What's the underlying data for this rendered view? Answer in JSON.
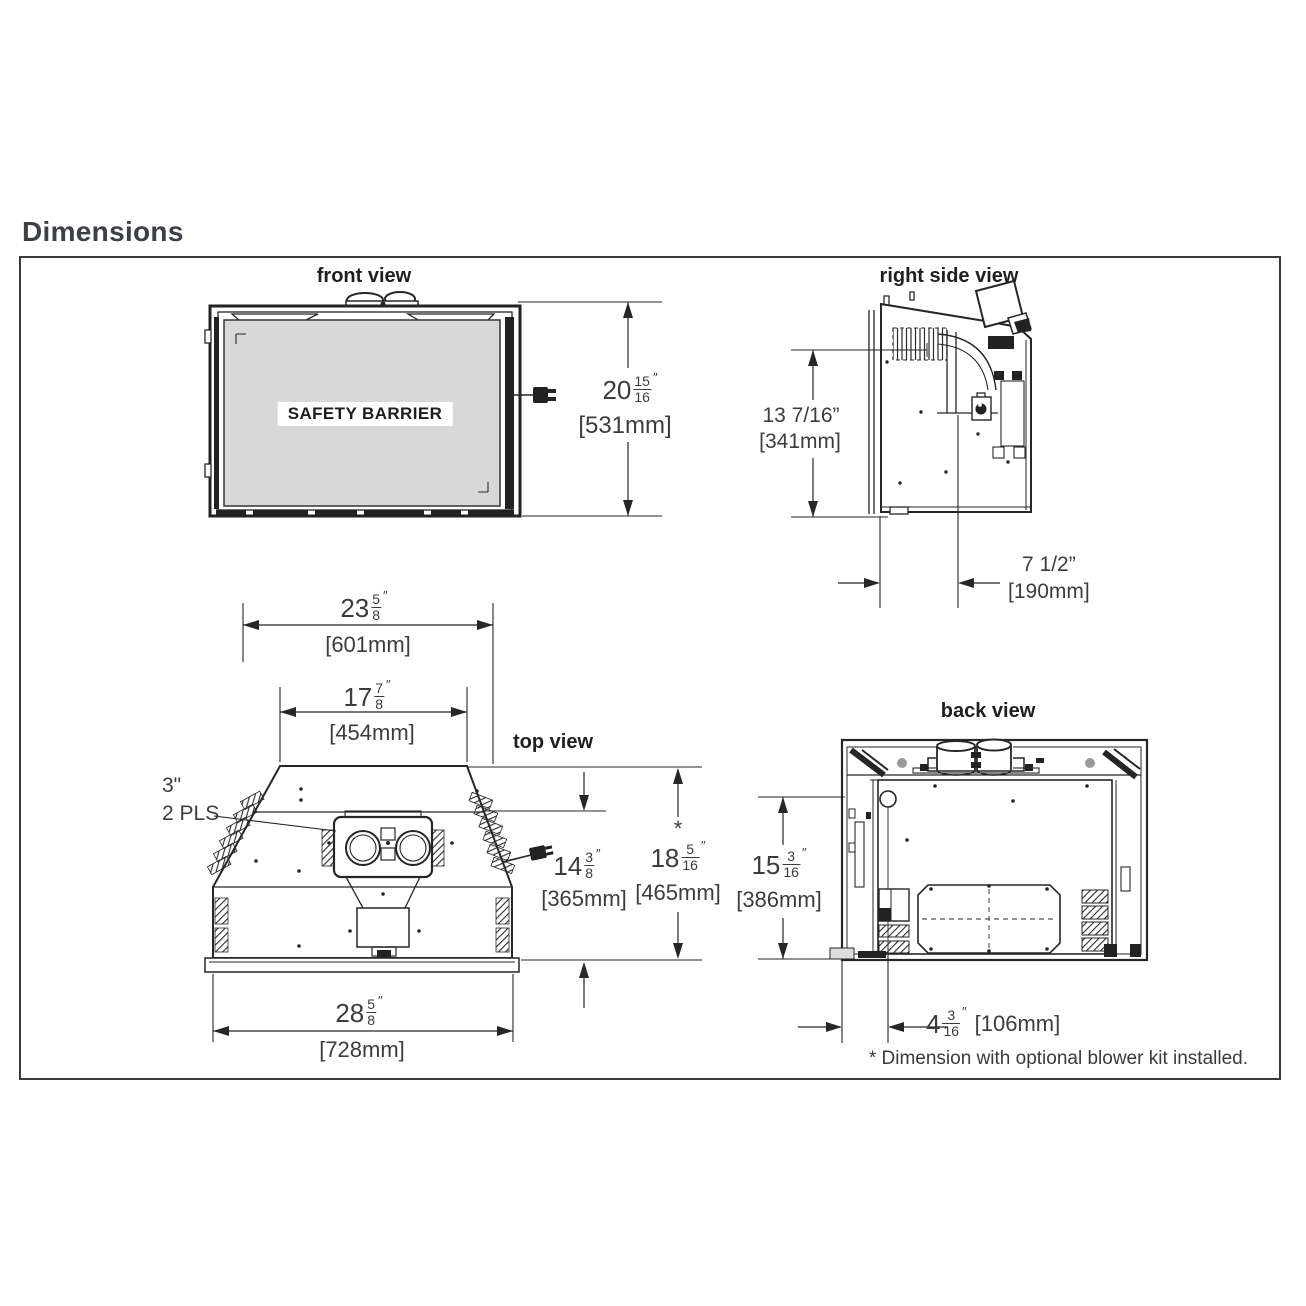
{
  "page": {
    "title": "Dimensions",
    "footnote": "* Dimension with optional blower kit installed."
  },
  "views": {
    "front": {
      "label": "front view",
      "overlay": "SAFETY BARRIER"
    },
    "right_side": {
      "label": "right side view"
    },
    "top": {
      "label": "top view",
      "duct_note_size": "3\"",
      "duct_note_places": "2 PLS"
    },
    "back": {
      "label": "back view"
    }
  },
  "dims": {
    "front_height": {
      "whole": "20",
      "num": "15",
      "den": "16",
      "inch": "″",
      "mm": "[531mm]"
    },
    "side_height": {
      "inches": "13 7/16”",
      "mm": "[341mm]"
    },
    "side_depth": {
      "inches": "7 1/2”",
      "mm": "[190mm]"
    },
    "top_width": {
      "whole": "23",
      "num": "5",
      "den": "8",
      "inch": "″",
      "mm": "[601mm]"
    },
    "duct_spacing": {
      "whole": "17",
      "num": "7",
      "den": "8",
      "inch": "″",
      "mm": "[454mm]"
    },
    "depth": {
      "whole": "14",
      "num": "3",
      "den": "8",
      "inch": "″",
      "mm": "[365mm]"
    },
    "depth_blower": {
      "star": "*",
      "whole": "18",
      "num": "5",
      "den": "16",
      "inch": "″",
      "mm": "[465mm]"
    },
    "base_width": {
      "whole": "28",
      "num": "5",
      "den": "8",
      "inch": "″",
      "mm": "[728mm]"
    },
    "back_height": {
      "whole": "15",
      "num": "3",
      "den": "16",
      "inch": "″",
      "mm": "[386mm]"
    },
    "back_offset": {
      "whole": "4",
      "num": "3",
      "den": "16",
      "inch": "″",
      "mm": "[106mm]"
    }
  }
}
